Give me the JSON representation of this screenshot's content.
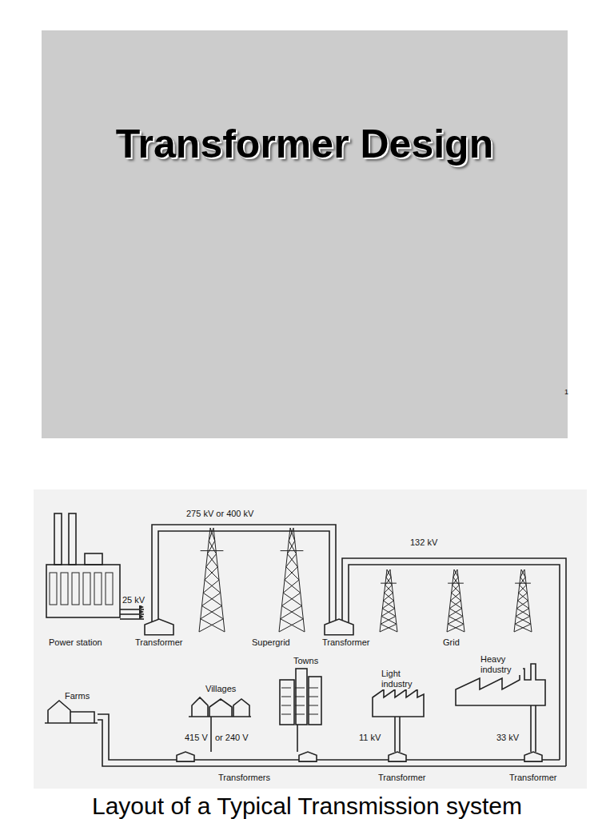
{
  "diagram": {
    "title": "Transformer Design",
    "caption": "Layout of a Typical Transmission system",
    "labels": [
      "1",
      "275 kV or 400 kV",
      "25 kV",
      "132 kV",
      "Power station",
      "Transformer",
      "Supergrid",
      "Transformer",
      "Grid",
      "Towns",
      "Farms",
      "Villages",
      "Light industry",
      "Heavy industry",
      "415 V",
      "or 240 V",
      "11 kV",
      "33 kV",
      "Transformers",
      "Transformer",
      "Transformer"
    ]
  }
}
